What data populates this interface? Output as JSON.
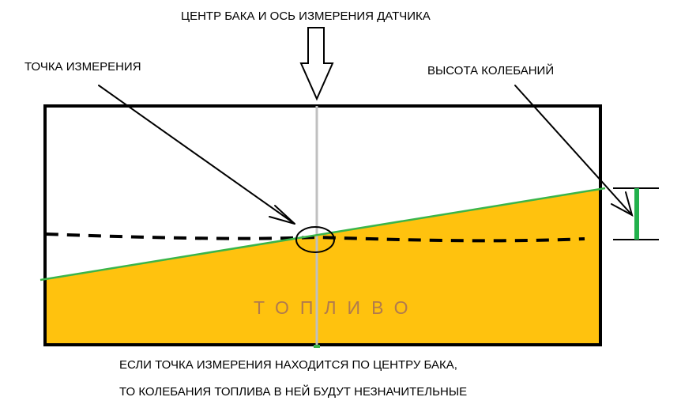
{
  "labels": {
    "sensor_axis": "ЦЕНТР БАКА И ОСЬ ИЗМЕРЕНИЯ ДАТЧИКА",
    "measure_point": "ТОЧКА ИЗМЕРЕНИЯ",
    "amplitude": "ВЫСОТА КОЛЕБАНИЙ",
    "fuel": "ТОПЛИВО",
    "note_line_1": "ЕСЛИ ТОЧКА ИЗМЕРЕНИЯ НАХОДИТСЯ ПО ЦЕНТРУ БАКА,",
    "note_line_2": "ТО КОЛЕБАНИЯ ТОПЛИВА В НЕЙ БУДУТ НЕЗНАЧИТЕЛЬНЫЕ"
  },
  "colors": {
    "tank_outline": "#000000",
    "fuel_fill": "#ffc20e",
    "fuel_surface": "#3ab54a",
    "sensor_axis": "#c0c0c0",
    "amplitude_marker": "#22b14c",
    "fuel_text": "#b07a4e"
  }
}
